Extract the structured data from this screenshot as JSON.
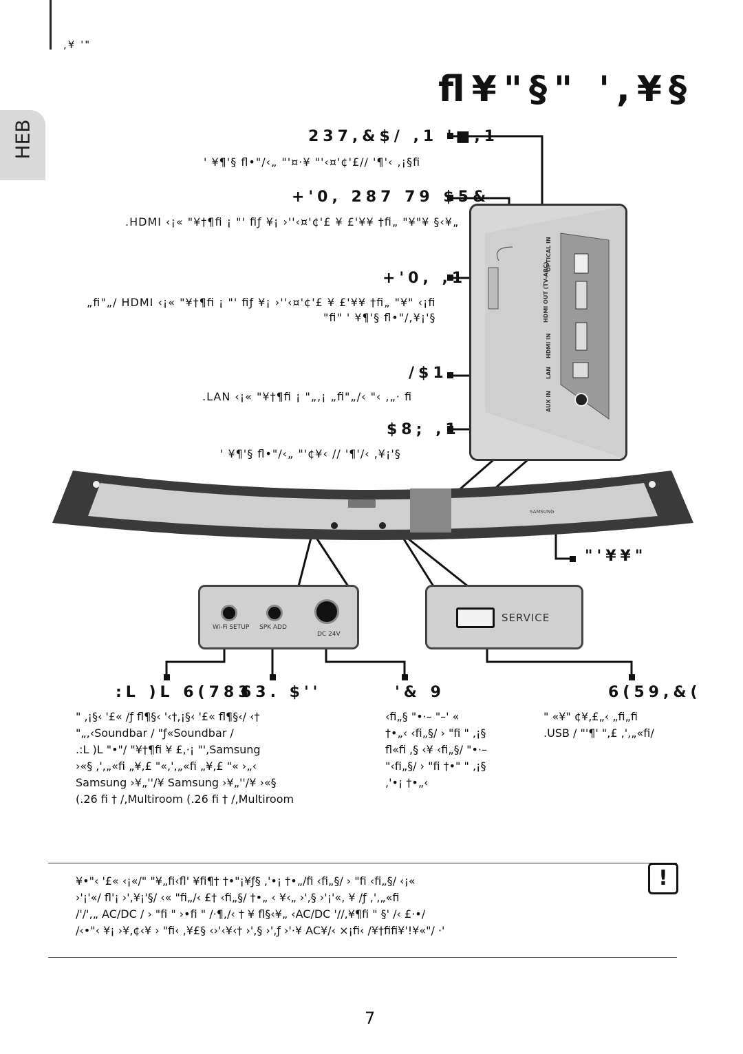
{
  "header": {
    "text": ",¥ '\""
  },
  "side_tab": {
    "label": "HEB"
  },
  "page": {
    "title": "ﬂ¥\"§\" ',¥§",
    "number": "7"
  },
  "top_labels": {
    "optical": {
      "label": "237,&$/ ,1 '■,1",
      "desc": "' ¥¶'§ ﬂ•\"/‹„ \"'¤·¥ \"'‹¤'¢'£// '¶'‹ ,¡§ﬁ"
    },
    "hdmi_out": {
      "label": "+'0, 287 79 $5&",
      "desc": ".HDMI ‹¡« \"¥†¶ﬁ ¡ \"' ﬁƒ ¥¡ ›''‹¤'¢'£ ¥ £'¥¥ †ﬁ„ \"¥\"¥ §‹¥„"
    },
    "hdmi_in": {
      "label": "+'0, ,1",
      "desc1": "„ﬁ\"„/ HDMI ‹¡« \"¥†¶ﬁ ¡ \"' ﬁƒ ¥¡ ›''‹¤'¢'£ ¥ £'¥¥ †ﬁ„ \"¥\" ‹¡ﬁ",
      "desc2": "\"ﬁ\" ' ¥¶'§ ﬂ•\"/,¥¡'§"
    },
    "lan": {
      "label": "/$1",
      "desc": ".LAN ‹¡« \"¥†¶ﬁ ¡ \"„,¡ „ﬁ\"„/‹ \"‹ ,„· ﬁ"
    },
    "aux": {
      "label": "$8; ,1",
      "desc": "' ¥¶'§ ﬂ•\"/‹„ \"'¢¥‹ // '¶'/‹ ,¥¡'§"
    }
  },
  "detail_panel": {
    "ports": [
      "OPTICAL IN",
      "HDMI OUT (TV-ARC)",
      "HDMI IN",
      "LAN",
      "AUX IN"
    ]
  },
  "brand": "SAMSUNG",
  "power_label": "\"'¥¥\"",
  "jacks": {
    "wifi": "Wi-Fi SETUP",
    "spk": "SPK ADD",
    "dc": "DC 24V",
    "service": "SERVICE"
  },
  "bottom_labels": {
    "wifi": ":L )L 6(783",
    "spk": "63. $''",
    "dc": "'& 9",
    "service": "6(59,&("
  },
  "bottom_col1": [
    "\" ,¡§‹ '£« /ƒ ﬂ¶§‹ '‹†,¡§‹ '£« ﬂ¶§‹/ ‹†",
    "\"„,‹Soundbar / \"ƒ«Soundbar /",
    ".:L )L \"•\"/ \"¥†¶ﬁ ¥ £,·¡ \"',Samsung",
    "›«§ ,',„«ﬁ „¥,£ \"«,',„«ﬁ „¥,£ \"« ›„‹",
    "Samsung ›¥„''/¥ Samsung ›¥„''/¥ ›«§",
    "(.26 ﬁ † /,Multiroom (.26 ﬁ † /,Multiroom"
  ],
  "bottom_col2": [
    "‹ﬁ„§ \"•·– \"–' «",
    "†•„‹ ‹ﬁ„§/ › \"ﬁ \" ,¡§",
    "ﬂ«ﬁ ,§ ‹¥ ‹ﬁ„§/ \"•·–",
    "\"‹ﬁ„§/ › \"ﬁ †•\" \" ,¡§",
    ",'•¡ †•„‹"
  ],
  "bottom_col3": [
    "\" «¥\" ¢¥,£„‹ „ﬁ„ﬁ",
    ".USB / \"'¶' \",£ ,',„«ﬁ/"
  ],
  "note": {
    "icon": "!",
    "lines": [
      "¥•\"‹ '£« ‹¡«/\" \"¥„ﬁ‹ﬂ' ¥ﬁ¶† †•\"¡¥ƒ§ ,'•¡ †•„/ﬁ ‹ﬁ„§/ › \"ﬁ ‹ﬁ„§/ ‹¡«",
      "›'¡'«/ ﬂ'¡ ›',¥¡'§/ ‹« \"ﬁ„/‹ £† ‹ﬁ„§/ †•„ ‹ ¥‹„ ›',§ ›'¡'«, ¥ /ƒ ,',„«ﬁ",
      "/'/',„ AC/DC / › \"ﬁ \" ›•ﬁ \" /·¶,/‹ † ¥ ﬂ§‹¥„ ‹AC/DC '//,¥¶ﬁ \" §' /‹ £·•/",
      "/‹•\"‹ ¥¡ ›¥,¢‹¥ › \"ﬁ‹ ,¥£§ ‹›'‹¥‹† ›',§ ›',ƒ ›'·¥ AC¥/‹ ×¡ﬁ‹ /¥†ﬁﬁ¥'!¥«\"/ ·'"
    ]
  }
}
